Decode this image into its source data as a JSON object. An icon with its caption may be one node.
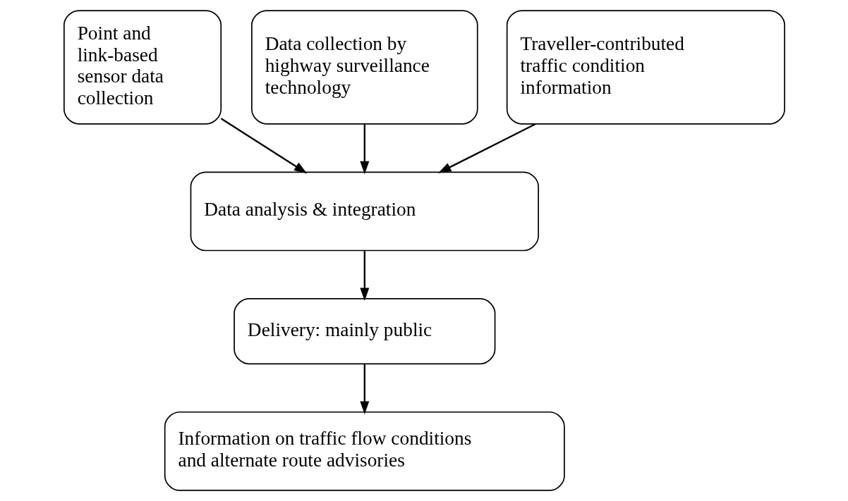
{
  "diagram": {
    "nodes": [
      {
        "text": [
          "Point and link-based sensor data collection"
        ]
      },
      {
        "text": [
          "Data collection by highway surveillance technology"
        ]
      },
      {
        "text": [
          "Traveller-contributed traffic condition information"
        ]
      },
      {
        "text": [
          "Data analysis & integration"
        ]
      },
      {
        "text": [
          "Delivery: mainly public"
        ]
      },
      {
        "text": [
          "Information on traffic flow conditions and alternate route advisories"
        ]
      }
    ],
    "edges": [
      {
        "from": 0,
        "to": 3,
        "arrow": "to"
      },
      {
        "from": 1,
        "to": 3,
        "arrow": "to"
      },
      {
        "from": 2,
        "to": 3,
        "arrow": "to"
      },
      {
        "from": 3,
        "to": 4,
        "arrow": "to"
      },
      {
        "from": 4,
        "to": 5,
        "arrow": "to"
      }
    ]
  }
}
